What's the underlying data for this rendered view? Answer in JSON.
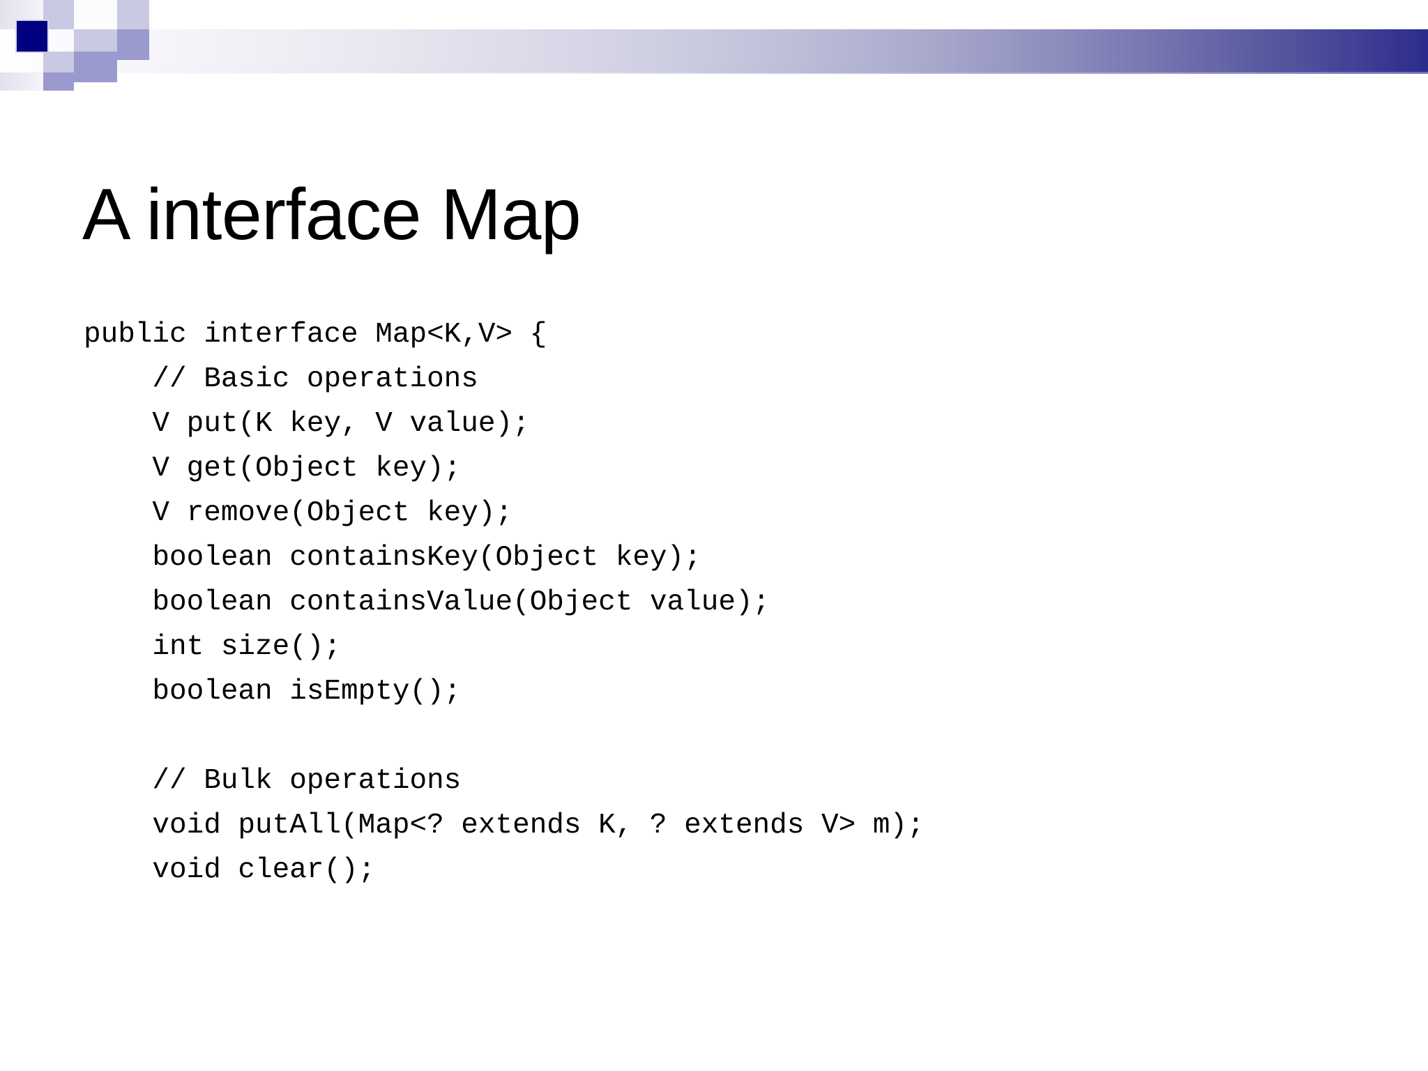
{
  "slide": {
    "title": "A interface Map",
    "theme": {
      "accent_navy": "#000080",
      "accent_band_dark": "#2b2b8c",
      "accent_light": "#c9c9e3",
      "accent_mid": "#9a9ace",
      "background": "#ffffff",
      "text": "#000000"
    },
    "code_lines": [
      "public interface Map<K,V> {",
      "    // Basic operations",
      "    V put(K key, V value);",
      "    V get(Object key);",
      "    V remove(Object key);",
      "    boolean containsKey(Object key);",
      "    boolean containsValue(Object value);",
      "    int size();",
      "    boolean isEmpty();",
      "",
      "    // Bulk operations",
      "    void putAll(Map<? extends K, ? extends V> m);",
      "    void clear();"
    ]
  }
}
